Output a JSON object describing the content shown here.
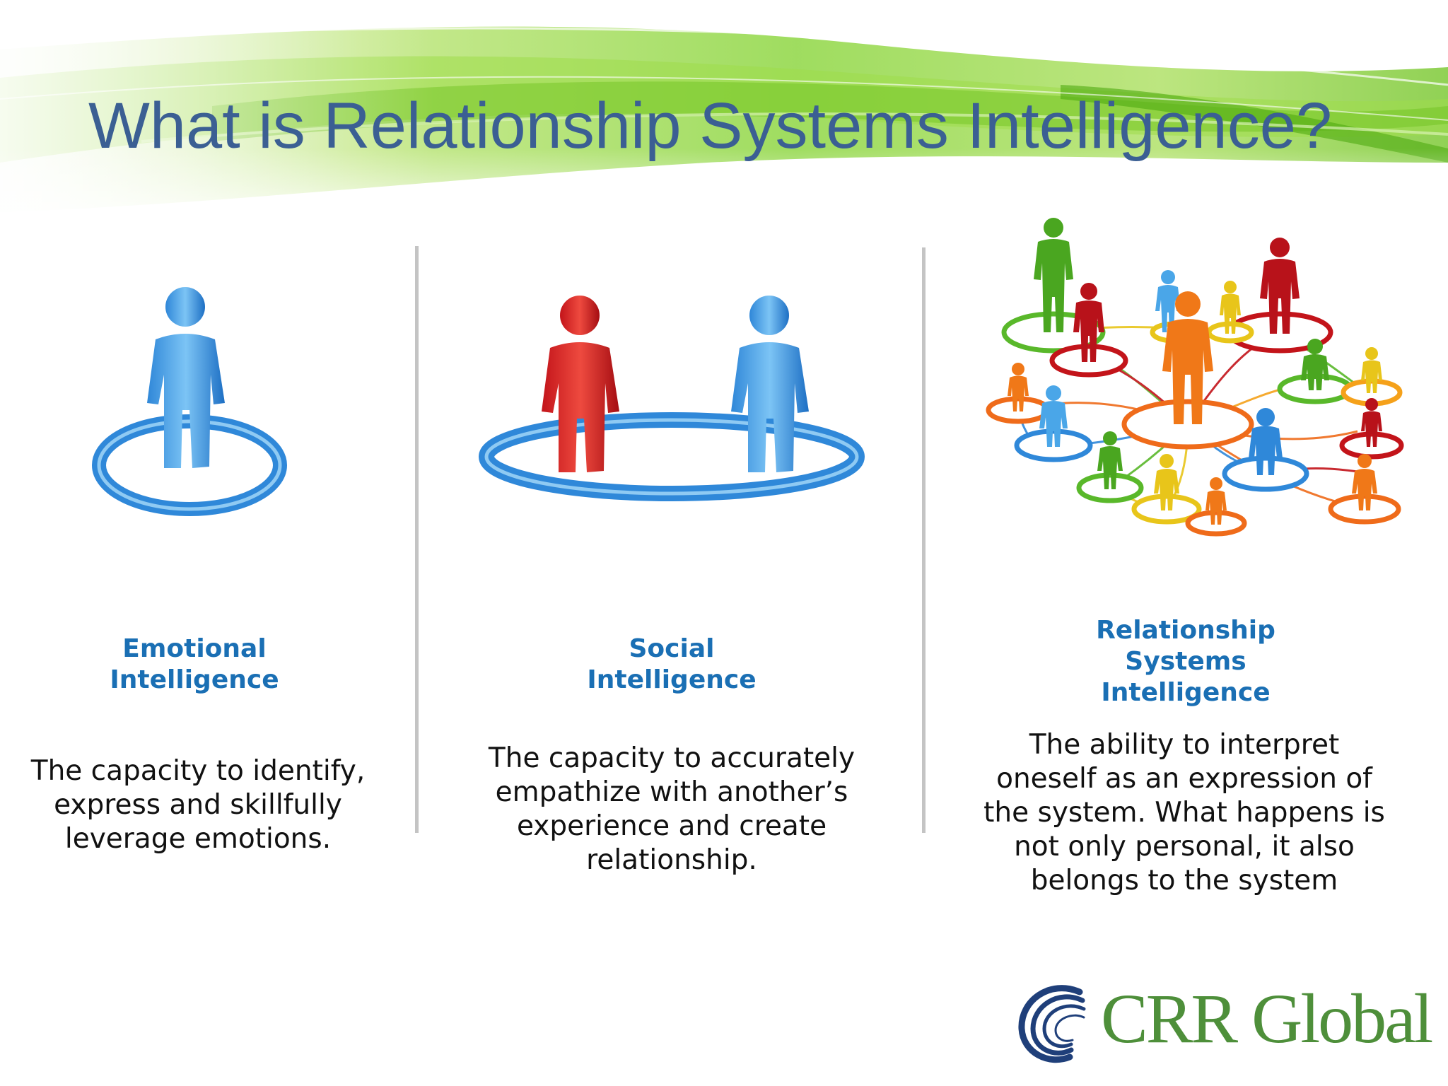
{
  "slide": {
    "title": "What is Relationship Systems Intelligence?"
  },
  "columns": [
    {
      "heading_lines": [
        "Emotional",
        "Intelligence"
      ],
      "description_lines": [
        "The capacity to identify,",
        "express and skillfully",
        "leverage emotions."
      ]
    },
    {
      "heading_lines": [
        "Social",
        "Intelligence"
      ],
      "description_lines": [
        "The capacity to accurately",
        "empathize with another’s",
        "experience and create",
        "relationship."
      ]
    },
    {
      "heading_lines": [
        "Relationship",
        "Systems",
        "Intelligence"
      ],
      "description_lines": [
        "The ability to interpret",
        "oneself as an expression of",
        "the system. What happens is",
        "not only personal, it also",
        "belongs to the system"
      ]
    }
  ],
  "logo": {
    "text": "CRR Global"
  },
  "colors": {
    "title": "#3b5f93",
    "heading": "#1a6fb4",
    "body_text": "#111111",
    "logo_green": "#4e8f3a",
    "logo_blue": "#1f3f7a",
    "swoosh_green": "#8fd63a",
    "divider": "#c4c4c4"
  },
  "icons": {
    "emotional": "person-on-ring-icon",
    "social": "two-people-on-ring-icon",
    "network": "people-network-icon",
    "logo": "crr-global-swirl-icon"
  }
}
